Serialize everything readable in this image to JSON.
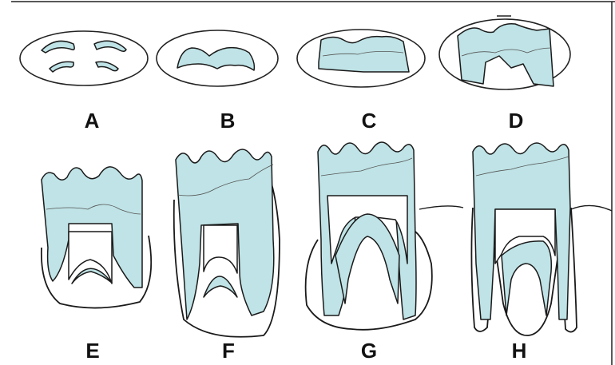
{
  "colors": {
    "tissue": "#bfe3e6",
    "outline": "#1a1a1a",
    "background": "#ffffff"
  },
  "stages": [
    {
      "label": "A"
    },
    {
      "label": "B"
    },
    {
      "label": "C"
    },
    {
      "label": "D"
    },
    {
      "label": "E"
    },
    {
      "label": "F"
    },
    {
      "label": "G"
    },
    {
      "label": "H"
    }
  ]
}
